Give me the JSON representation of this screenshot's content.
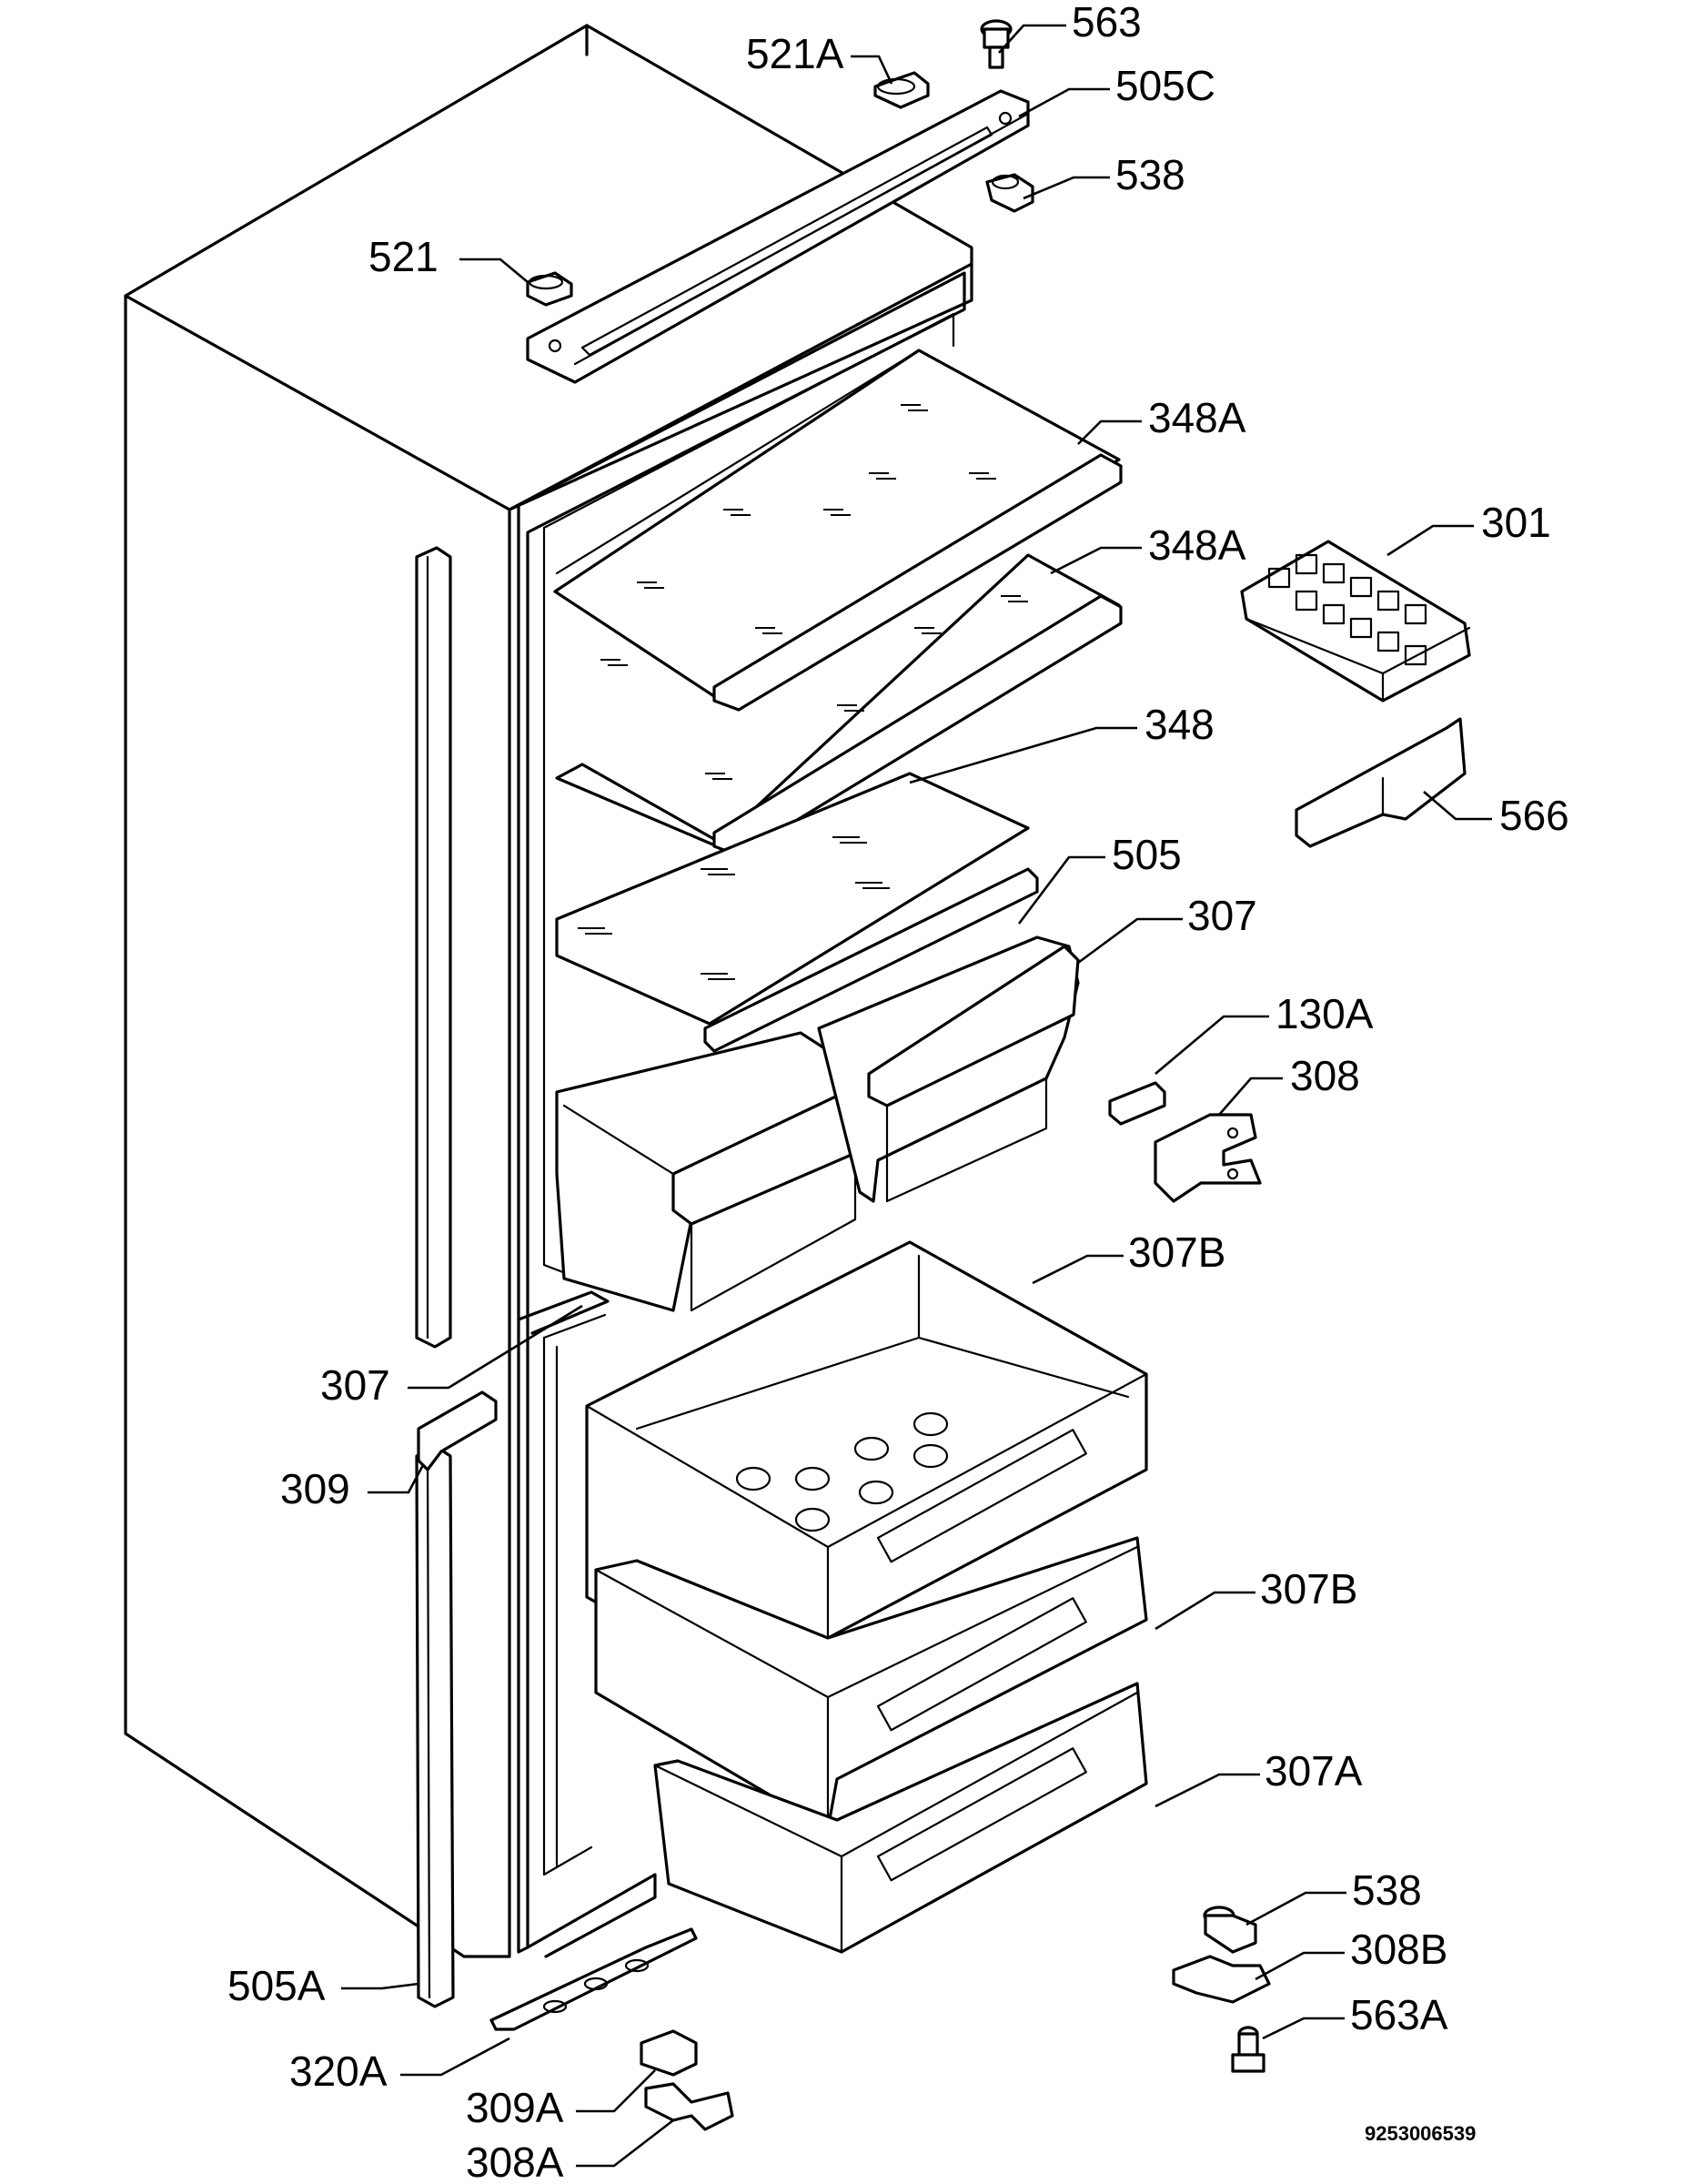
{
  "document_number": "9253006539",
  "callouts": [
    {
      "id": "563",
      "text": "563"
    },
    {
      "id": "521A",
      "text": "521A"
    },
    {
      "id": "505C",
      "text": "505C"
    },
    {
      "id": "538",
      "text": "538"
    },
    {
      "id": "521",
      "text": "521"
    },
    {
      "id": "348A-1",
      "text": "348A"
    },
    {
      "id": "348A-2",
      "text": "348A"
    },
    {
      "id": "301",
      "text": "301"
    },
    {
      "id": "348",
      "text": "348"
    },
    {
      "id": "566",
      "text": "566"
    },
    {
      "id": "505",
      "text": "505"
    },
    {
      "id": "307",
      "text": "307"
    },
    {
      "id": "130A",
      "text": "130A"
    },
    {
      "id": "308",
      "text": "308"
    },
    {
      "id": "307B-1",
      "text": "307B"
    },
    {
      "id": "307-left",
      "text": "307"
    },
    {
      "id": "309",
      "text": "309"
    },
    {
      "id": "307B-2",
      "text": "307B"
    },
    {
      "id": "307A",
      "text": "307A"
    },
    {
      "id": "538-bottom",
      "text": "538"
    },
    {
      "id": "308B",
      "text": "308B"
    },
    {
      "id": "563A",
      "text": "563A"
    },
    {
      "id": "505A",
      "text": "505A"
    },
    {
      "id": "320A",
      "text": "320A"
    },
    {
      "id": "309A",
      "text": "309A"
    },
    {
      "id": "308A",
      "text": "308A"
    }
  ]
}
